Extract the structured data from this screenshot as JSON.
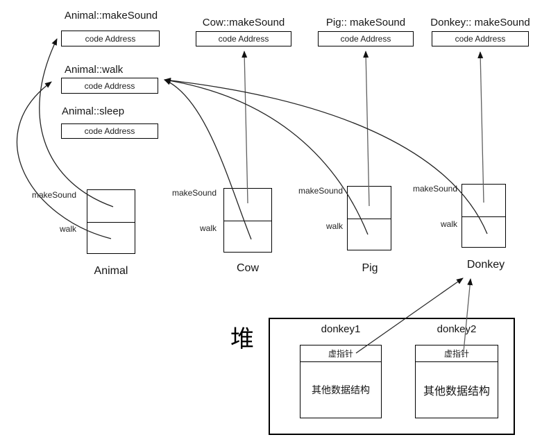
{
  "function_boxes": [
    {
      "id": "animal-makesound",
      "title": "Animal::makeSound",
      "body": "code Address"
    },
    {
      "id": "cow-makesound",
      "title": "Cow::makeSound",
      "body": "code Address"
    },
    {
      "id": "pig-makesound",
      "title": "Pig:: makeSound",
      "body": "code Address"
    },
    {
      "id": "donkey-makesound",
      "title": "Donkey:: makeSound",
      "body": "code Address"
    },
    {
      "id": "animal-walk",
      "title": "Animal::walk",
      "body": "code Address"
    },
    {
      "id": "animal-sleep",
      "title": "Animal::sleep",
      "body": "code Address"
    }
  ],
  "vtables": [
    {
      "name": "Animal",
      "slot1": "makeSound",
      "slot2": "walk"
    },
    {
      "name": "Cow",
      "slot1": "makeSound",
      "slot2": "walk"
    },
    {
      "name": "Pig",
      "slot1": "makeSound",
      "slot2": "walk"
    },
    {
      "name": "Donkey",
      "slot1": "makeSound",
      "slot2": "walk"
    }
  ],
  "heap": {
    "label": "堆",
    "objects": [
      {
        "name": "donkey1",
        "vptr_label": "虚指针",
        "body": "其他数据结构"
      },
      {
        "name": "donkey2",
        "vptr_label": "虚指针",
        "body": "其他数据结构"
      }
    ]
  },
  "colors": {
    "line_dark": "#242424",
    "line_gray": "#5f5f5f",
    "border": "#000000"
  }
}
